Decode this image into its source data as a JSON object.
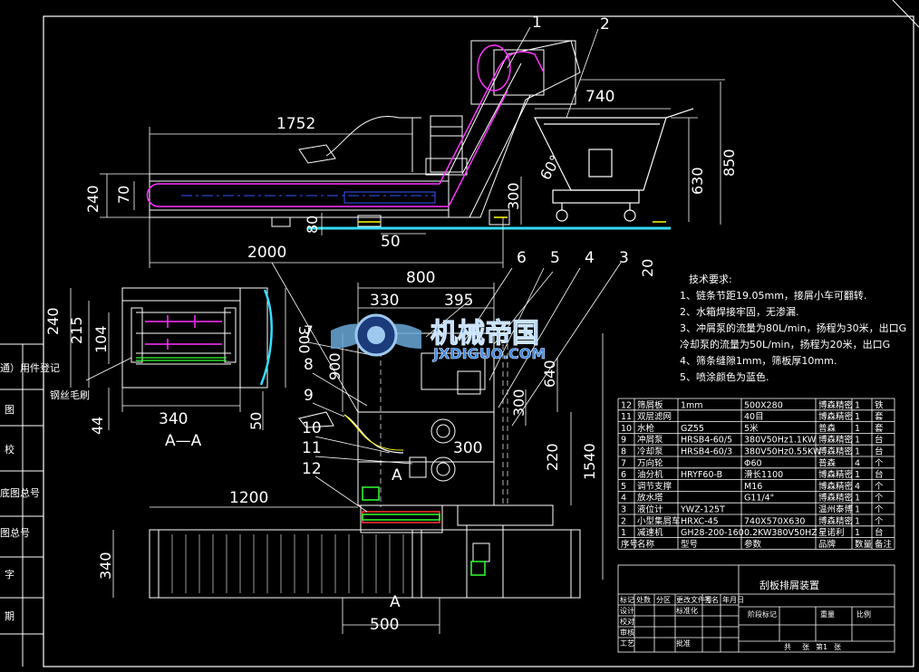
{
  "drawing": {
    "title": "刮板排屑装置",
    "left_panel_labels": [
      "通）用件登记",
      "图",
      "校",
      "底图总号",
      "图总号",
      "字",
      "期"
    ]
  },
  "watermark": {
    "cn": "机械帝国",
    "en": "JXDIGUO.COM"
  },
  "callouts": [
    "1",
    "2",
    "3",
    "4",
    "5",
    "6",
    "7",
    "8",
    "9",
    "10",
    "11",
    "12"
  ],
  "dimensions": {
    "top_view": [
      "1752",
      "740",
      "850",
      "630",
      "60°",
      "240",
      "70",
      "300",
      "80",
      "50",
      "2000"
    ],
    "section": [
      "240",
      "215",
      "104",
      "300",
      "340",
      "44",
      "50",
      "钢丝毛刷",
      "A—A"
    ],
    "front_view": [
      "800",
      "330",
      "395",
      "20",
      "900",
      "640",
      "300",
      "300",
      "220",
      "1540",
      "1200",
      "340",
      "500",
      "A"
    ]
  },
  "tech_requirements": {
    "heading": "技术要求:",
    "lines": [
      "1、链条节距19.05mm，接屑小车可翻转.",
      "2、水箱焊接牢固，无渗漏.",
      "3、冲屑泵的流量为80L/min，扬程为30米，出口G",
      "   冷却泵的流量为50L/min，扬程为20米，出口G",
      "4、筛条缝隙1mm，筛板厚10mm.",
      "5、喷涂颜色为蓝色."
    ]
  },
  "bom": {
    "rows": [
      [
        "12",
        "筛屑板",
        "1mm",
        "500X280",
        "博森精密",
        "1",
        "铁"
      ],
      [
        "11",
        "双层滤网",
        "",
        "40目",
        "博森精密",
        "1",
        "套"
      ],
      [
        "10",
        "水枪",
        "GZ55",
        "5米",
        "普森",
        "1",
        "套"
      ],
      [
        "9",
        "冲屑泵",
        "HRSB4-60/5",
        "380V50Hz1.1KW",
        "博森精密",
        "1",
        "台"
      ],
      [
        "8",
        "冷却泵",
        "HRSB4-60/3",
        "380V50Hz0.55KW",
        "博森精密",
        "1",
        "台"
      ],
      [
        "7",
        "万向轮",
        "",
        "Φ60",
        "普森",
        "4",
        "个"
      ],
      [
        "6",
        "油分机",
        "HRYF60-B",
        "滑长1100",
        "博森精密",
        "1",
        "台"
      ],
      [
        "5",
        "调节支撑",
        "",
        "M16",
        "博森精密",
        "4",
        "个"
      ],
      [
        "4",
        "放水塔",
        "",
        "G11/4\"",
        "博森精密",
        "1",
        "个"
      ],
      [
        "3",
        "液位计",
        "YWZ-125T",
        "",
        "温州泰博",
        "1",
        "个"
      ],
      [
        "2",
        "小型集屑车",
        "HRXC-45",
        "740X570X630",
        "博森精密",
        "1",
        "个"
      ],
      [
        "1",
        "减速机",
        "GH28-200-160",
        "0.2KW380V50HZ",
        "星诺利",
        "1",
        "台"
      ]
    ],
    "header": [
      "序号",
      "名称",
      "型号",
      "参数",
      "品牌",
      "数量",
      "备注"
    ],
    "title_block": {
      "labels_left": [
        "标记",
        "处数",
        "分区",
        "更改文件号",
        "签名",
        "年月日"
      ],
      "rows": [
        "设计",
        "校对",
        "审核",
        "工艺",
        "标准化",
        "批准"
      ],
      "stage_labels": [
        "阶段标记",
        "重量",
        "比例"
      ],
      "footer": [
        "共",
        "张",
        "第1",
        "张"
      ]
    }
  },
  "colors": {
    "line": "#ffffff",
    "magenta": "#ff33ff",
    "cyan": "#33ddff",
    "yellow": "#ffff00",
    "green": "#33ff33",
    "blue": "#3355ff",
    "red": "#ff3333"
  }
}
